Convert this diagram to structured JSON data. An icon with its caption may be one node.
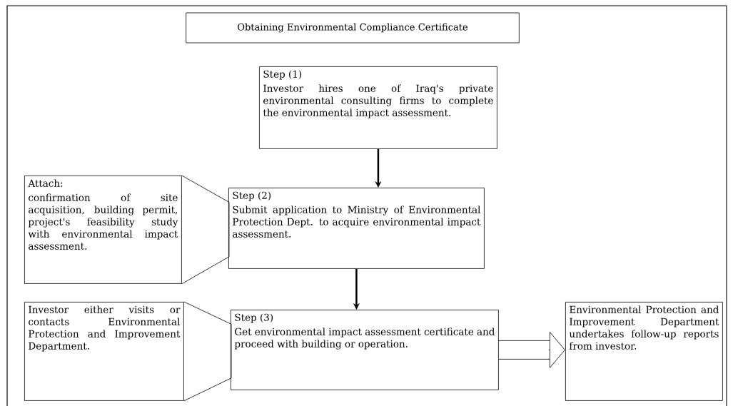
{
  "diagram": {
    "nodes": [
      {
        "text": [
          "Obtaining Environmental Compliance Certificate"
        ]
      },
      {
        "text": [
          "Step (1)",
          "Investor hires one of Iraq's private environmental consulting firms to complete the environmental impact assessment."
        ]
      },
      {
        "text": [
          "Attach:",
          "confirmation of site acquisition, building permit, project's feasibility study with environmental impact assessment."
        ]
      },
      {
        "text": [
          "Step (2)",
          "Submit application to Ministry of Environmental Protection Dept. to acquire environmental impact assessment."
        ]
      },
      {
        "text": [
          "Investor either visits or contacts Environmental Protection and Improvement Department."
        ]
      },
      {
        "text": [
          "Step (3)",
          "Get environmental impact assessment certificate and proceed with building or operation."
        ]
      },
      {
        "text": [
          "Environmental Protection and Improvement Department undertakes follow-up reports from investor."
        ]
      }
    ],
    "edges": [
      {
        "from": 1,
        "to": 3,
        "arrow": "to",
        "style": "thick"
      },
      {
        "from": 3,
        "to": 5,
        "arrow": "to",
        "style": "thick"
      },
      {
        "from": 5,
        "to": 6,
        "arrow": "to"
      },
      {
        "from": 2,
        "to": 3,
        "arrow": "none"
      },
      {
        "from": 4,
        "to": 5,
        "arrow": "none"
      }
    ]
  }
}
